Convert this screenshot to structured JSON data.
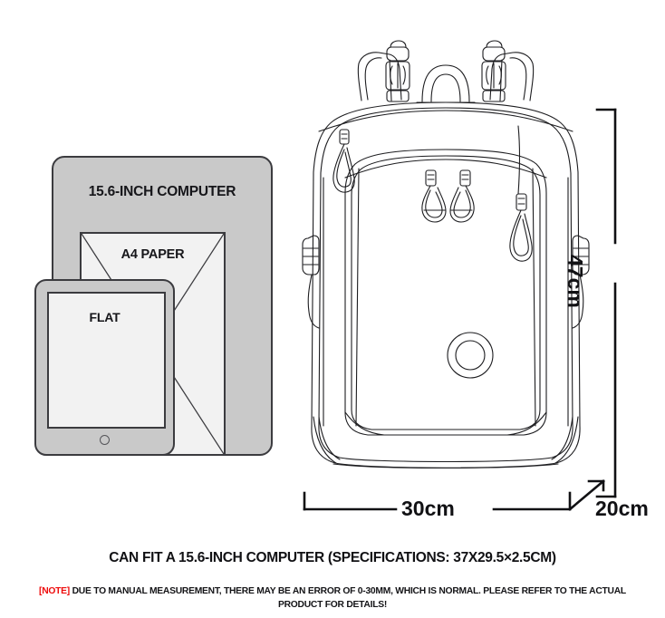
{
  "product": {
    "type": "backpack-line-drawing",
    "view": "front"
  },
  "comparison": {
    "computer": {
      "label": "15.6-INCH COMPUTER",
      "fill": "#c9c9c9",
      "stroke": "#3b3b3f"
    },
    "a4_paper": {
      "label": "A4 PAPER",
      "fill": "#f2f2f2",
      "stroke": "#3b3b3f"
    },
    "tablet": {
      "label": "FLAT",
      "fill": "#c9c9c9",
      "screen_fill": "#f2f2f2",
      "stroke": "#3b3b3f"
    }
  },
  "dimensions": {
    "height": "47cm",
    "width": "30cm",
    "depth": "20cm"
  },
  "captions": {
    "main": "CAN FIT A 15.6-INCH COMPUTER (SPECIFICATIONS: 37X29.5×2.5CM)",
    "note_tag": "[NOTE]",
    "note_body": "DUE TO MANUAL MEASUREMENT, THERE MAY BE AN ERROR OF 0-30MM, WHICH IS NORMAL. PLEASE REFER TO THE ACTUAL PRODUCT FOR DETAILS!",
    "note_tag_color": "#ee0c0c"
  }
}
